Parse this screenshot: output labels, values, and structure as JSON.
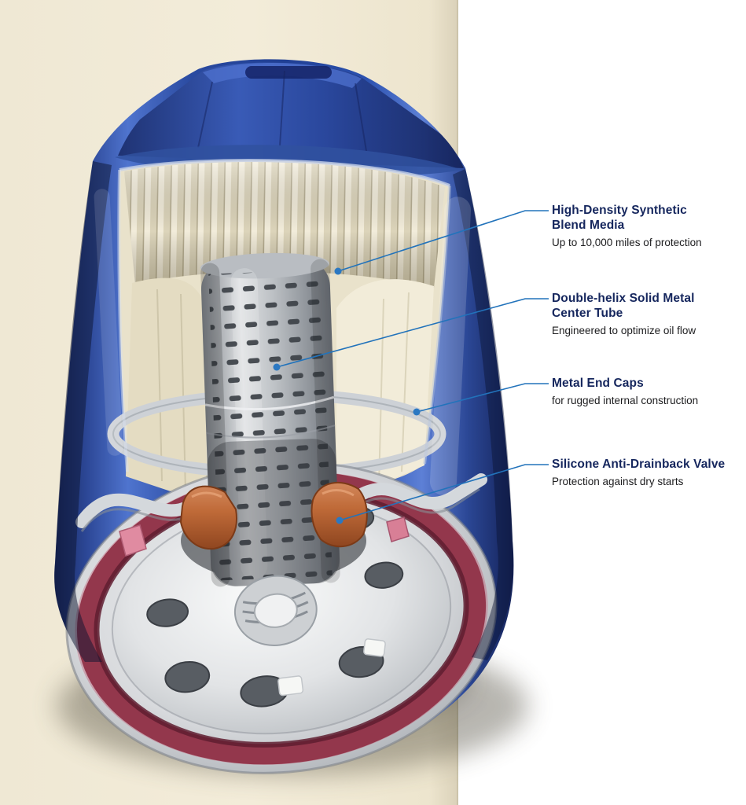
{
  "palette": {
    "panel_cream": "#f1ead8",
    "background_white": "#ffffff",
    "filter_blue": "#27489f",
    "leader_line_blue": "#2273bb",
    "title_navy": "#15265d",
    "body_text": "#1c1c1e",
    "gasket_maroon": "#93374c",
    "valve_orange": "#bf6a38",
    "media_cream": "#ece5cd",
    "metal_gray": "#c6cacf"
  },
  "callouts": [
    {
      "id": "media",
      "title": "High-Density Synthetic\nBlend Media",
      "subtitle": "Up to 10,000 miles of protection"
    },
    {
      "id": "center-tube",
      "title": "Double-helix Solid Metal\nCenter Tube",
      "subtitle": "Engineered to optimize oil flow"
    },
    {
      "id": "end-caps",
      "title": "Metal End Caps",
      "subtitle": "for rugged internal construction"
    },
    {
      "id": "anti-drainback-valve",
      "title": "Silicone Anti-Drainback Valve",
      "subtitle": "Protection against dry starts"
    }
  ]
}
